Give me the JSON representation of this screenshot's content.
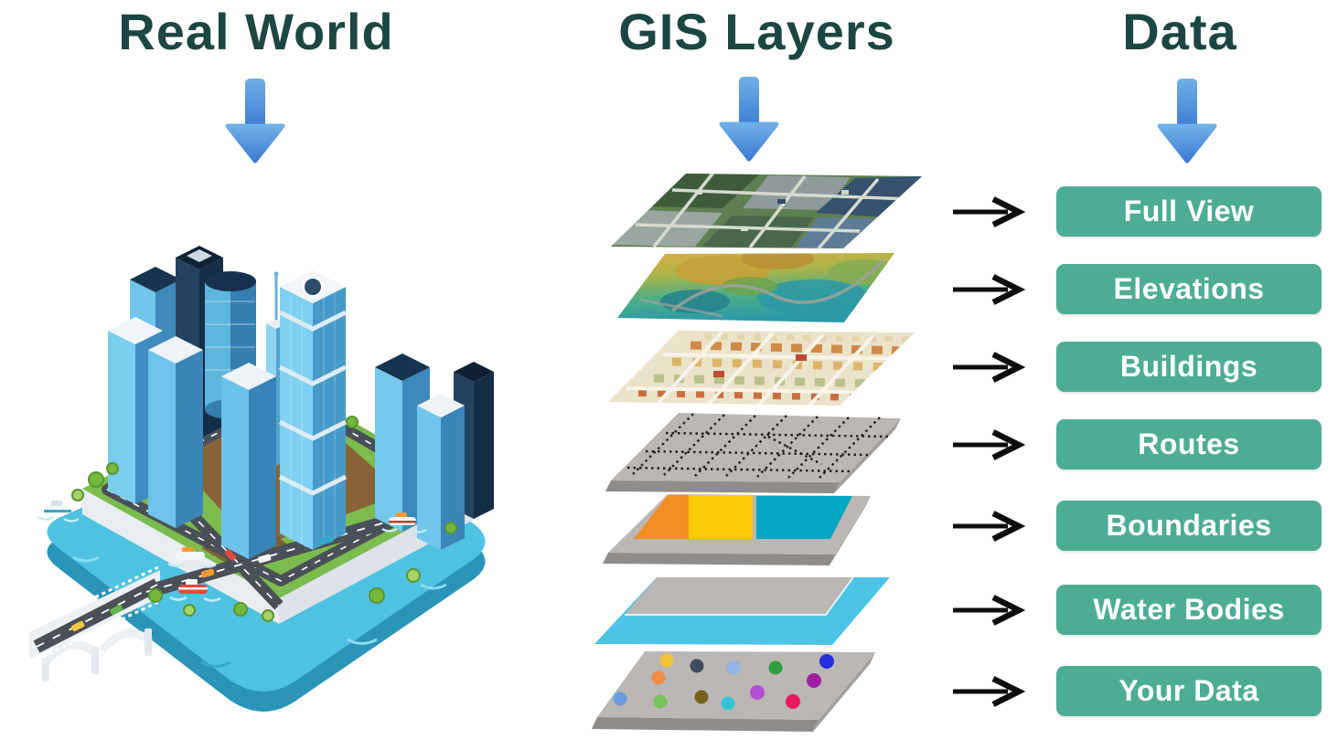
{
  "headings": {
    "real_world": "Real World",
    "gis_layers": "GIS Layers",
    "data": "Data"
  },
  "data_labels": [
    {
      "name": "full-view",
      "label": "Full View"
    },
    {
      "name": "elevations",
      "label": "Elevations"
    },
    {
      "name": "buildings",
      "label": "Buildings"
    },
    {
      "name": "routes",
      "label": "Routes"
    },
    {
      "name": "boundaries",
      "label": "Boundaries"
    },
    {
      "name": "water-bodies",
      "label": "Water Bodies"
    },
    {
      "name": "your-data",
      "label": "Your Data"
    }
  ],
  "gis_layer_stack": [
    {
      "name": "satellite-imagery-layer",
      "maps_to": "Full View"
    },
    {
      "name": "elevation-terrain-layer",
      "maps_to": "Elevations"
    },
    {
      "name": "buildings-map-layer",
      "maps_to": "Buildings"
    },
    {
      "name": "routes-grid-layer",
      "maps_to": "Routes"
    },
    {
      "name": "boundaries-layer",
      "maps_to": "Boundaries"
    },
    {
      "name": "water-bodies-layer",
      "maps_to": "Water Bodies"
    },
    {
      "name": "data-points-layer",
      "maps_to": "Your Data"
    }
  ],
  "colors": {
    "heading_text": "#1c4641",
    "label_background": "#4dad94",
    "label_text": "#ffffff",
    "flow_arrow_top": "#6fb0e6",
    "flow_arrow_bottom": "#3c7cd4",
    "map_arrow": "#0d0d0d",
    "slab_gray": "#bab7b4",
    "water_cyan": "#4cc4e6",
    "boundary_orange": "#f09022",
    "boundary_yellow": "#fcc908",
    "boundary_teal": "#00a7c4"
  }
}
